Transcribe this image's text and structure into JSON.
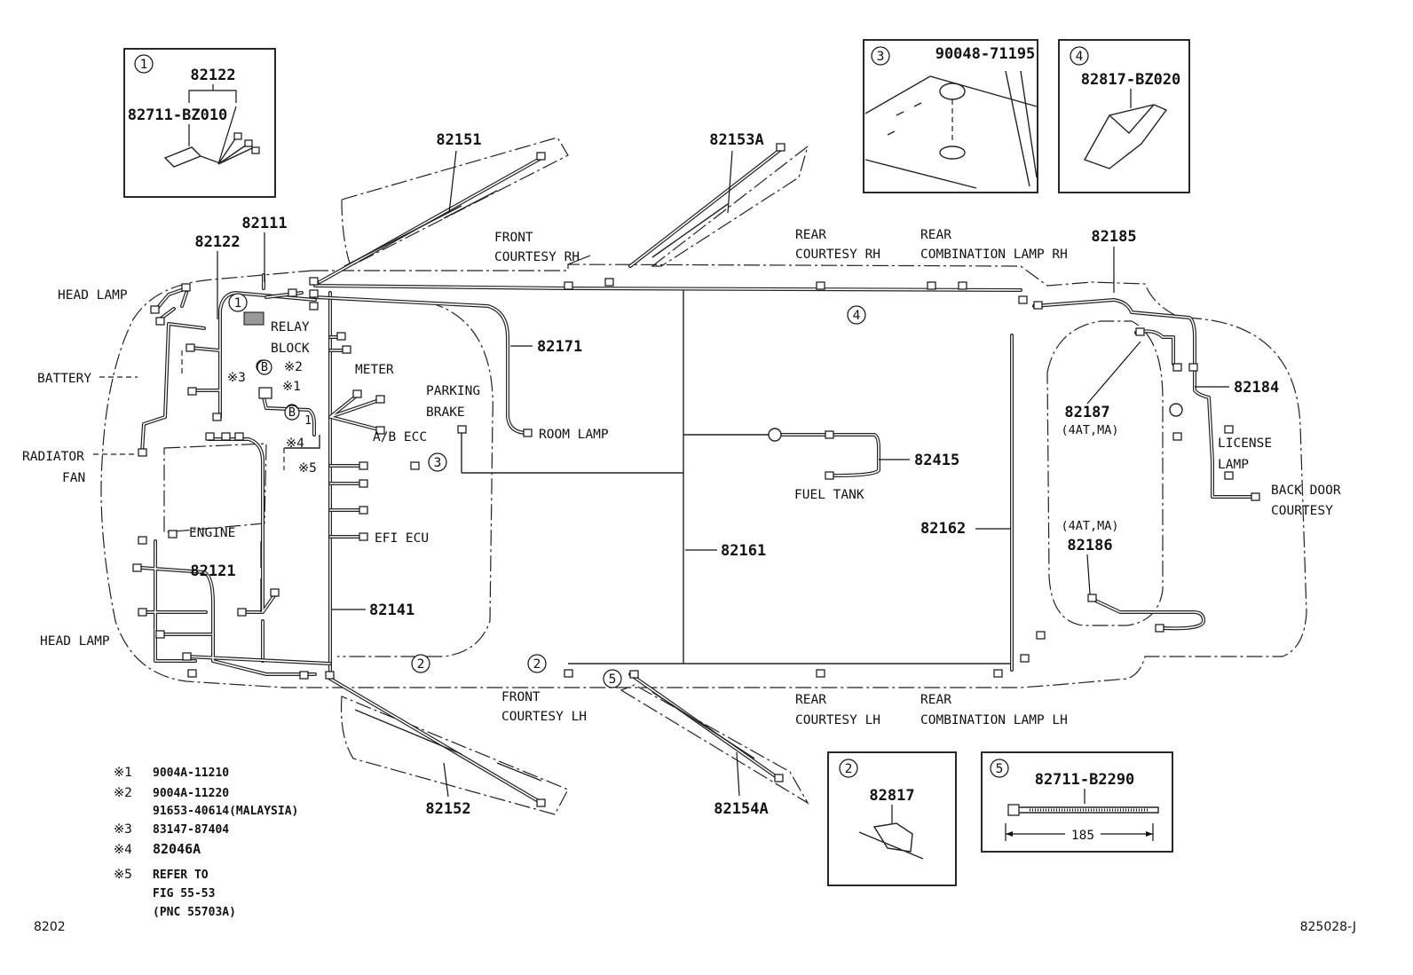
{
  "parts": {
    "p82122_top": "82122",
    "p82711_bz010": "82711-BZ010",
    "p90048_71195": "90048-71195",
    "p82817_bz020": "82817-BZ020",
    "p82151": "82151",
    "p82153a": "82153A",
    "p82111": "82111",
    "p82122": "82122",
    "p82185": "82185",
    "p82171": "82171",
    "p82184": "82184",
    "p82187": "82187",
    "p82415": "82415",
    "p82162": "82162",
    "p82186": "82186",
    "p82161": "82161",
    "p82121": "82121",
    "p82141": "82141",
    "p82152": "82152",
    "p82154a": "82154A",
    "p82817": "82817",
    "p82711_b2290": "82711-B2290"
  },
  "labels": {
    "head_lamp_top": "HEAD LAMP",
    "battery": "BATTERY",
    "radiator": "RADIATOR",
    "fan": "FAN",
    "head_lamp_bottom": "HEAD LAMP",
    "relay": "RELAY",
    "block": "BLOCK",
    "meter": "METER",
    "ab_ecc": "A/B ECC",
    "engine": "ENGINE",
    "efi_ecu": "EFI ECU",
    "parking": "PARKING",
    "brake": "BRAKE",
    "room_lamp": "ROOM LAMP",
    "front_rh_1": "FRONT",
    "front_rh_2": "COURTESY RH",
    "rear_rh_1": "REAR",
    "rear_rh_2": "COURTESY RH",
    "rear_comb_rh_1": "REAR",
    "rear_comb_rh_2": "COMBINATION LAMP RH",
    "fuel_tank": "FUEL TANK",
    "license_1": "LICENSE",
    "license_2": "LAMP",
    "back_door_1": "BACK DOOR",
    "back_door_2": "COURTESY",
    "variant_187": "(4AT,MA)",
    "variant_186": "(4AT,MA)",
    "front_lh_1": "FRONT",
    "front_lh_2": "COURTESY LH",
    "rear_lh_1": "REAR",
    "rear_lh_2": "COURTESY LH",
    "rear_comb_lh_1": "REAR",
    "rear_comb_lh_2": "COMBINATION LAMP LH",
    "dim_185": "185"
  },
  "callouts": {
    "c1": "1",
    "c2": "2",
    "c3": "3",
    "c4": "4",
    "c5": "5",
    "b": "B",
    "b1": "1",
    "m1": "※1",
    "m2": "※2",
    "m3": "※3",
    "m4": "※4",
    "m5": "※5"
  },
  "notes": {
    "n1_mark": "※1",
    "n1": "9004A-11210",
    "n2_mark": "※2",
    "n2a": "9004A-11220",
    "n2b": "91653-40614(MALAYSIA)",
    "n3_mark": "※3",
    "n3": "83147-87404",
    "n4_mark": "※4",
    "n4": "82046A",
    "n5_mark": "※5",
    "n5a": "REFER TO",
    "n5b": "FIG 55-53",
    "n5c": "(PNC 55703A)"
  },
  "refs": {
    "left": "8202",
    "right": "825028-J"
  }
}
